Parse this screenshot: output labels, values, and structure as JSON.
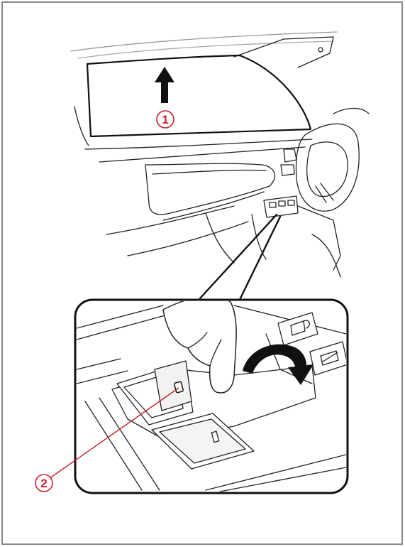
{
  "callouts": [
    {
      "id": "callout-1",
      "label": "1"
    },
    {
      "id": "callout-2",
      "label": "2"
    }
  ],
  "colors": {
    "callout": "#c8202a",
    "line": "#222222",
    "frame": "#8a8a8a",
    "arrow": "#111111"
  },
  "icons": [
    "up-arrow-icon",
    "curved-arrow-icon",
    "lock-switch-icon",
    "window-lock-switch-icon"
  ]
}
